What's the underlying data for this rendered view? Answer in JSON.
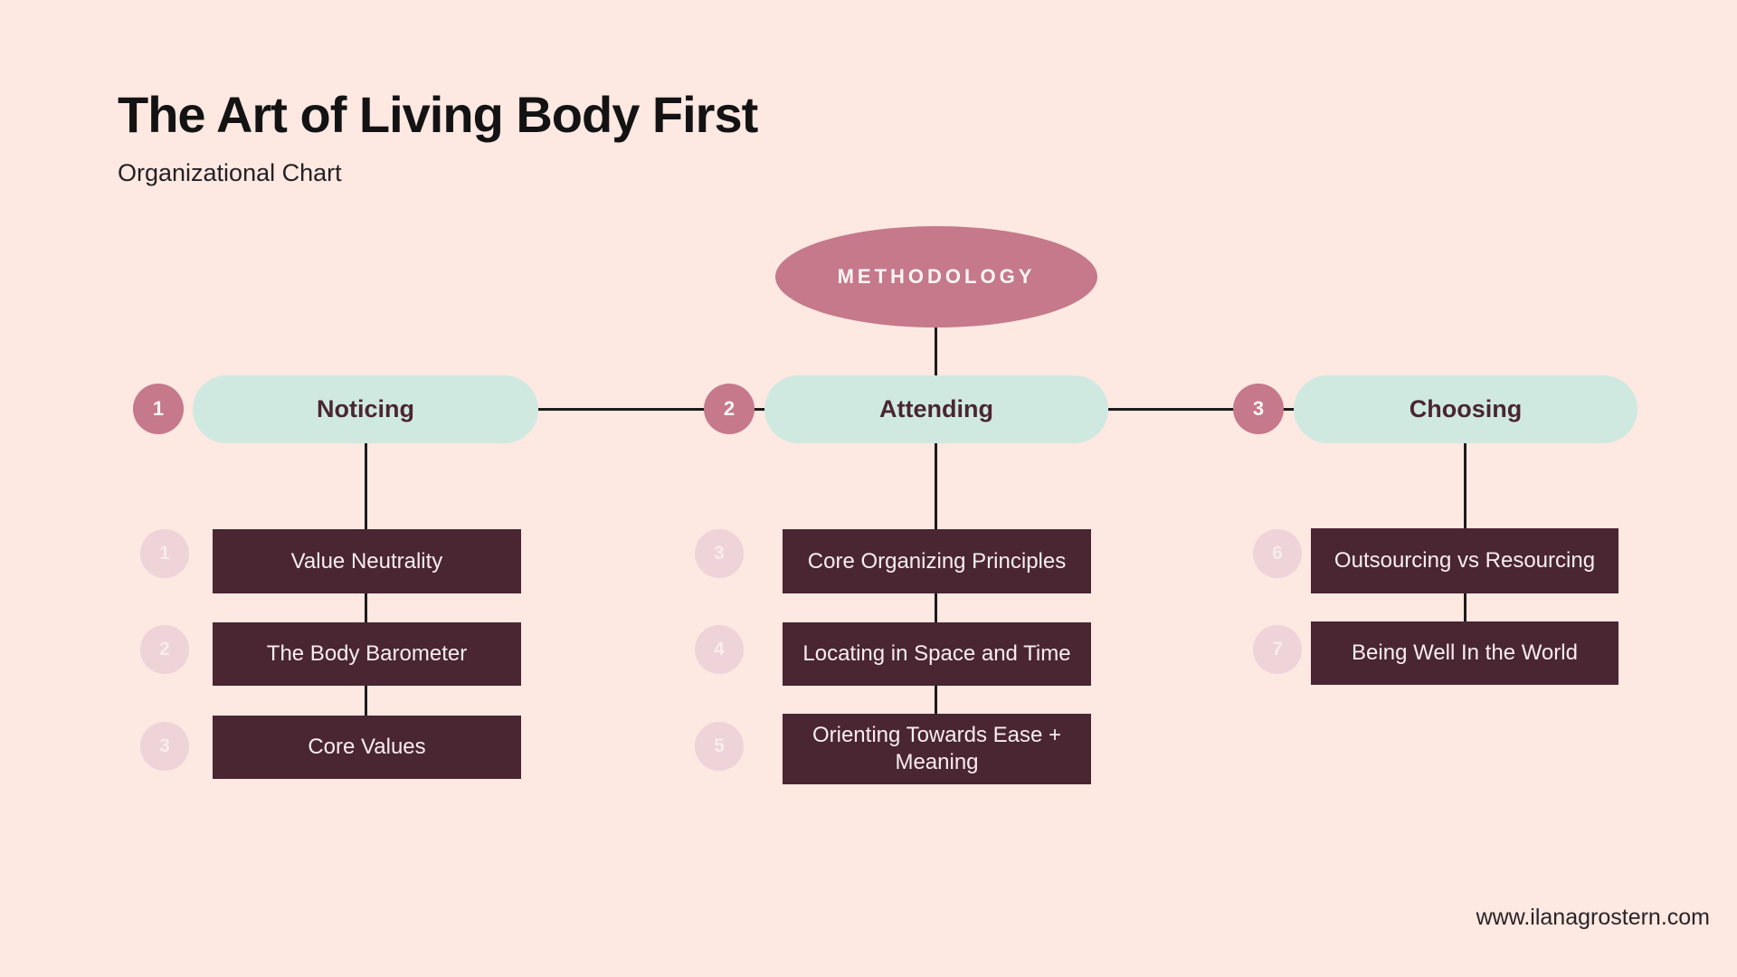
{
  "page": {
    "title": "The Art of Living Body First",
    "subtitle": "Organizational Chart",
    "footer_url": "www.ilanagrostern.com"
  },
  "chart": {
    "type": "organizational-chart",
    "root": {
      "label": "METHODOLOGY"
    },
    "branches": [
      {
        "badge": "1",
        "label": "Noticing",
        "children": [
          {
            "num": "1",
            "label": "Value Neutrality"
          },
          {
            "num": "2",
            "label": "The Body Barometer"
          },
          {
            "num": "3",
            "label": "Core Values"
          }
        ]
      },
      {
        "badge": "2",
        "label": "Attending",
        "children": [
          {
            "num": "3",
            "label": "Core Organizing Principles"
          },
          {
            "num": "4",
            "label": "Locating in Space and Time"
          },
          {
            "num": "5",
            "label": "Orienting Towards Ease + Meaning"
          }
        ]
      },
      {
        "badge": "3",
        "label": "Choosing",
        "children": [
          {
            "num": "6",
            "label": "Outsourcing vs Resourcing"
          },
          {
            "num": "7",
            "label": "Being Well In the World"
          }
        ]
      }
    ]
  },
  "colors": {
    "background": "#fde8e2",
    "rose": "#c5798b",
    "mint": "#cfe9e0",
    "dark_maroon": "#4a2532",
    "faded_circle": "#eed3d8",
    "faded_digit": "#f9eced",
    "connector_line": "#1c1c1c",
    "title_text": "#131313",
    "leaf_text": "#f8eef1"
  }
}
